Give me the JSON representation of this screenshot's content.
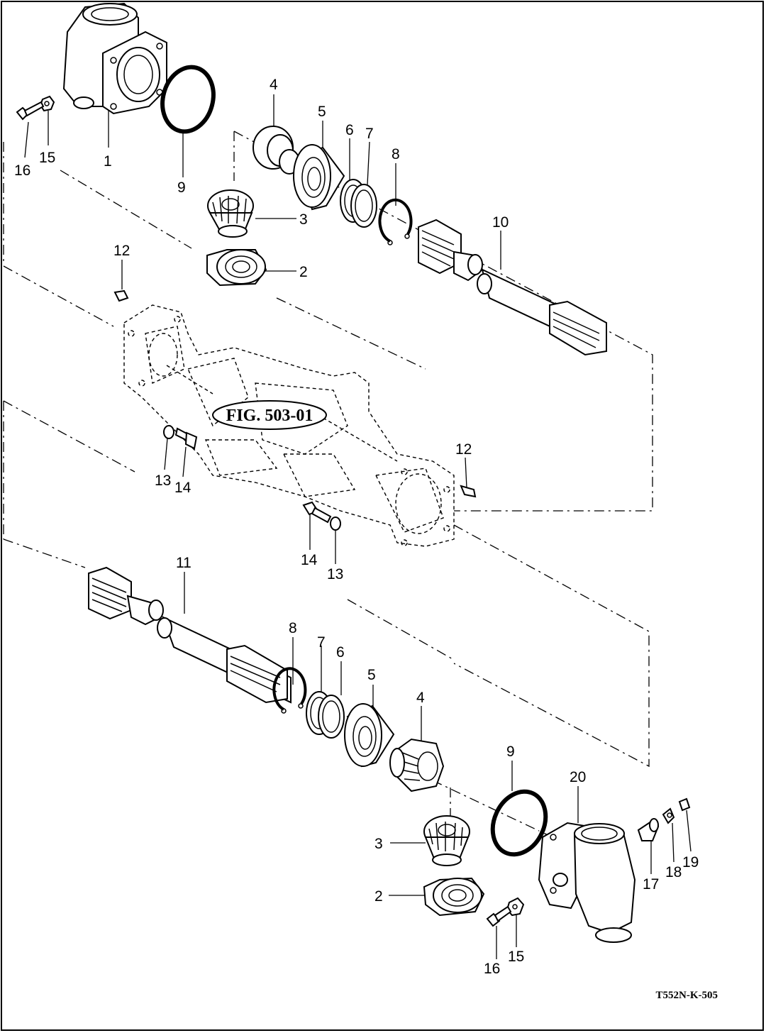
{
  "figure_reference": "FIG. 503-01",
  "drawing_code": "T552N-K-505",
  "callouts": {
    "c1": "1",
    "c2": "2",
    "c3": "3",
    "c4": "4",
    "c5": "5",
    "c6": "6",
    "c7": "7",
    "c8": "8",
    "c9": "9",
    "c10": "10",
    "c11": "11",
    "c12": "12",
    "c13": "13",
    "c14": "14",
    "c15": "15",
    "c16": "16",
    "c17": "17",
    "c18": "18",
    "c19": "19",
    "c20": "20"
  }
}
